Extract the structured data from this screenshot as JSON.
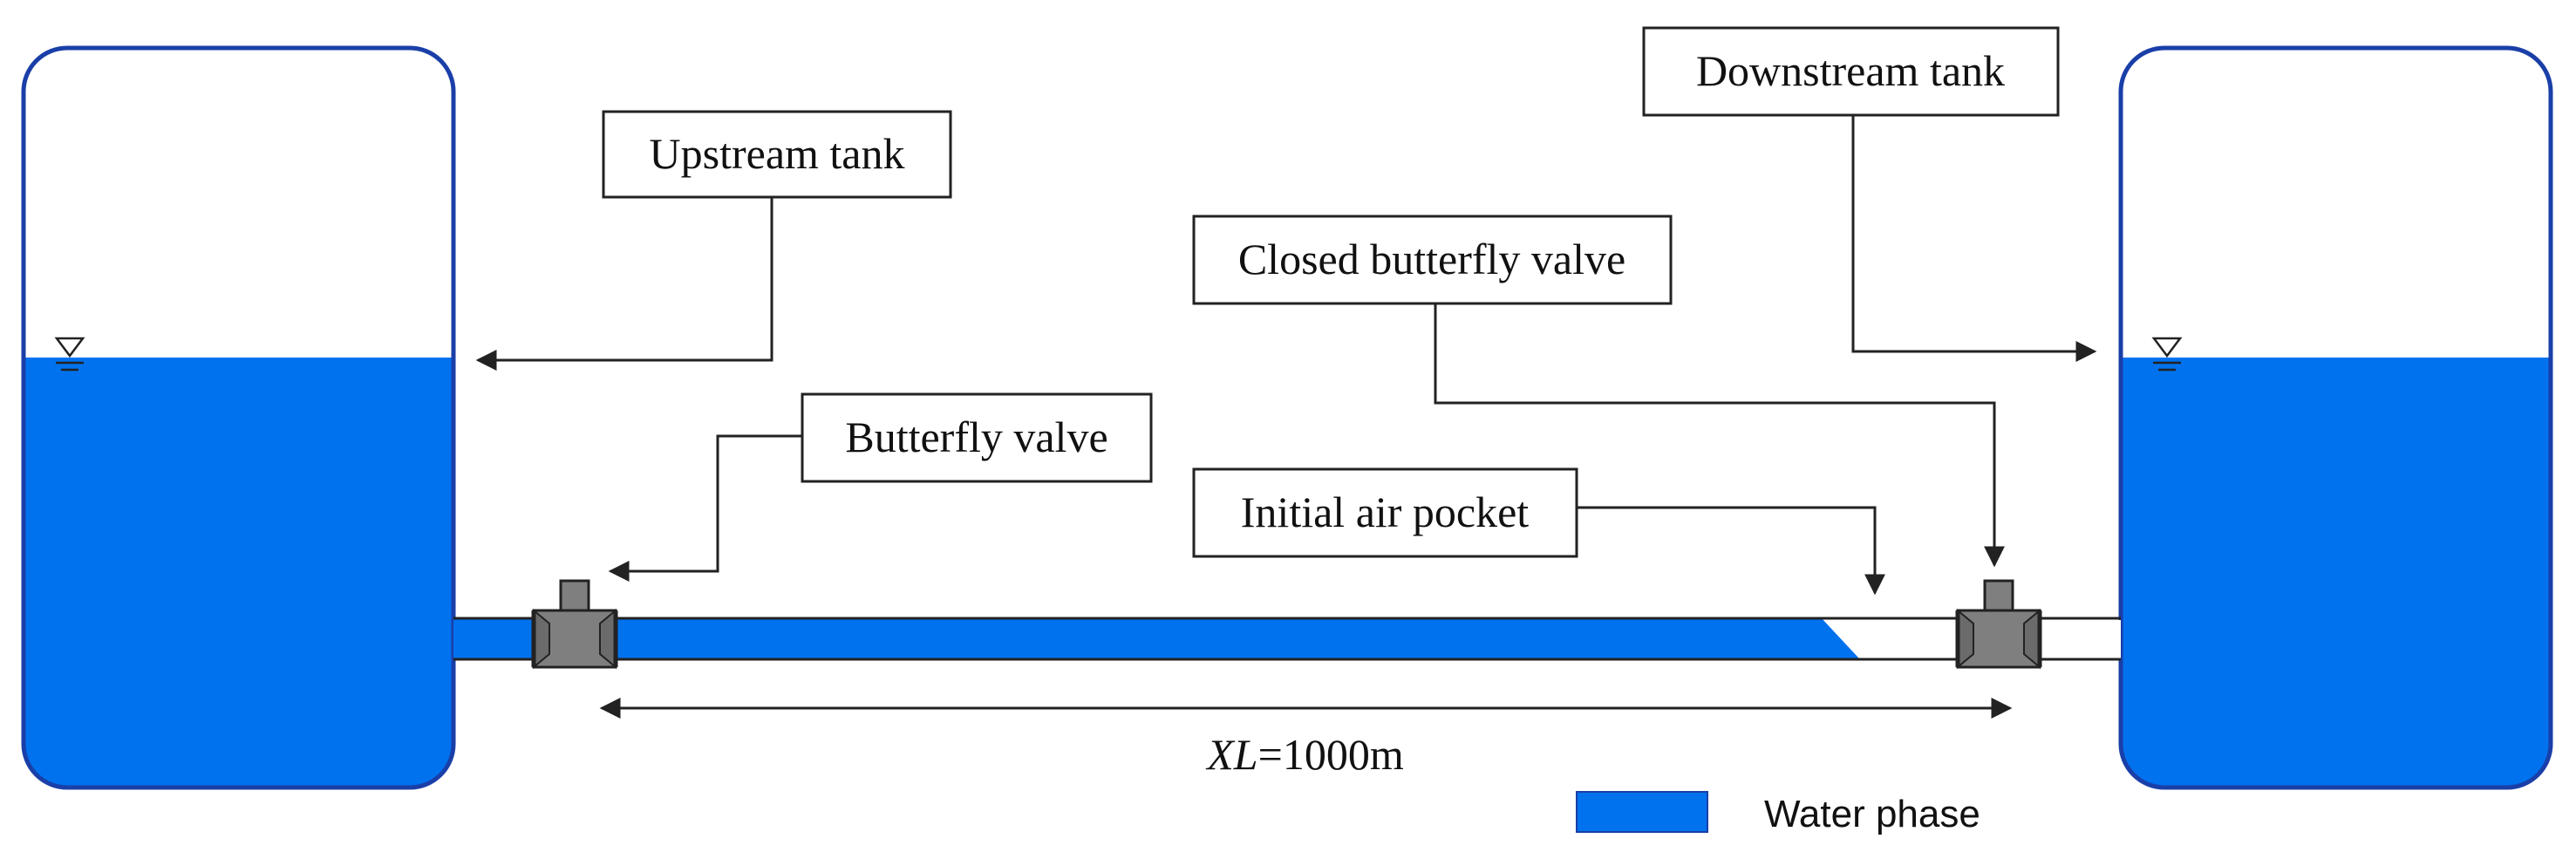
{
  "labels": {
    "upstream_tank": "Upstream tank",
    "downstream_tank": "Downstream tank",
    "closed_butterfly_valve": "Closed butterfly valve",
    "butterfly_valve": "Butterfly valve",
    "initial_air_pocket": "Initial air pocket",
    "length_var": "XL",
    "length_value": "=1000m"
  },
  "legend": {
    "water_phase": "Water phase"
  },
  "colors": {
    "water": "#0072ee",
    "tank_outline": "#1a3fa8",
    "valve_fill": "#7f7f7f",
    "line": "#222222"
  },
  "icons": {
    "water_level": "water-level-icon",
    "valve": "butterfly-valve-icon"
  }
}
